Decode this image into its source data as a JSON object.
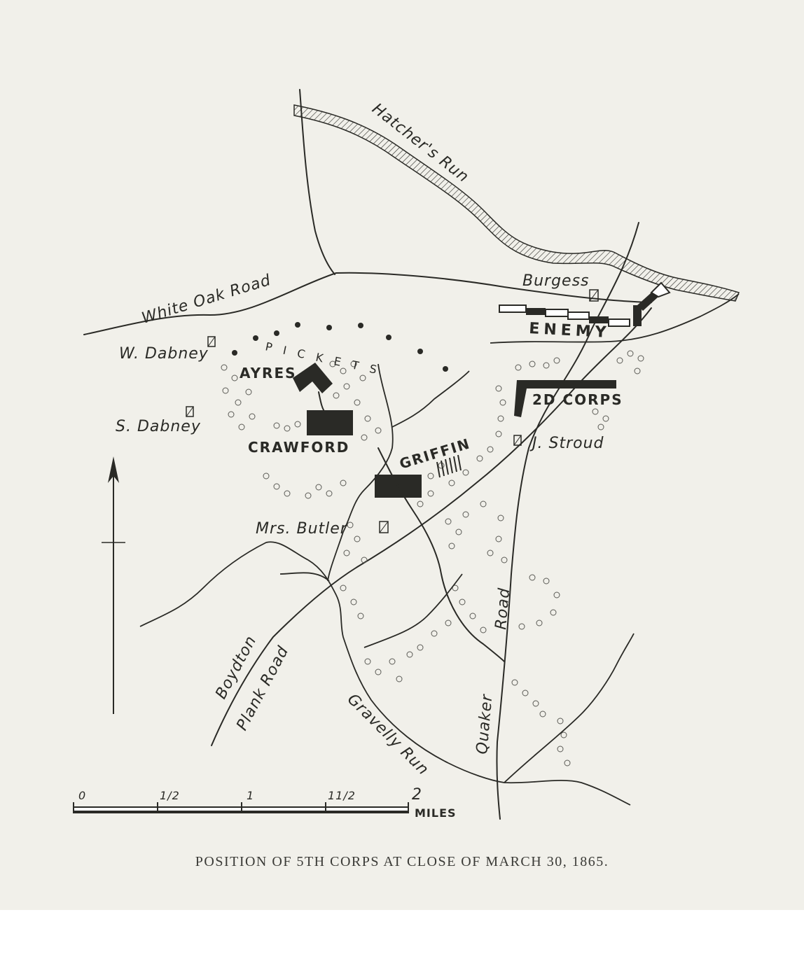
{
  "caption": "POSITION OF 5TH CORPS AT CLOSE OF MARCH 30, 1865.",
  "labels": {
    "hatchers_run": "Hatcher's Run",
    "white_oak_road": "White Oak Road",
    "burgess": "Burgess",
    "enemy": "ENEMY",
    "w_dabney": "W. Dabney",
    "s_dabney": "S. Dabney",
    "pickets": "PICKETS",
    "ayres": "AYRES",
    "crawford": "CRAWFORD",
    "griffin": "GRIFFIN",
    "second_corps": "2D CORPS",
    "j_stroud": "J. Stroud",
    "mrs_butler": "Mrs. Butler",
    "boydton": "Boydton",
    "plank_road": "Plank Road",
    "quaker": "Quaker",
    "quaker_road": "Road",
    "gravelly_run": "Gravelly Run"
  },
  "scale": {
    "ticks": [
      "0",
      "1/2",
      "1",
      "11/2",
      "2"
    ],
    "unit": "MILES"
  },
  "colors": {
    "ink": "#2a2a26",
    "paper": "#f1f0ea"
  }
}
